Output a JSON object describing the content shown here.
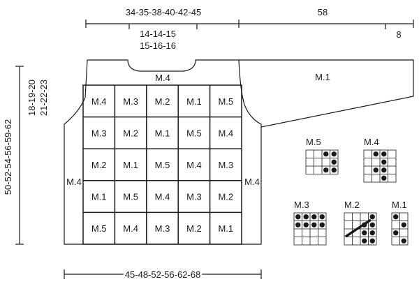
{
  "dimensions": {
    "body_width_top": "34-35-38-40-42-45",
    "neck_width_line1": "14-14-15",
    "neck_width_line2": "15-16-16",
    "sleeve_length": "58",
    "cuff": "8",
    "total_length": "50-52-54-56-59-62",
    "armhole_line1": "18-19-20",
    "armhole_line2": "21-22-23",
    "bottom_width": "45-48-52-56-62-68"
  },
  "pattern_labels": {
    "yoke": "M.4",
    "sleeve": "M.1",
    "side_left": "M.4",
    "side_right": "M.4"
  },
  "grid": [
    [
      "M.4",
      "M.3",
      "M.2",
      "M.1",
      "M.5"
    ],
    [
      "M.3",
      "M.2",
      "M.1",
      "M.5",
      "M.4"
    ],
    [
      "M.2",
      "M.1",
      "M.5",
      "M.4",
      "M.3"
    ],
    [
      "M.1",
      "M.5",
      "M.4",
      "M.3",
      "M.2"
    ],
    [
      "M.5",
      "M.4",
      "M.3",
      "M.2",
      "M.1"
    ]
  ],
  "charts": [
    {
      "label": "M.5",
      "cols": 4,
      "rows": 3,
      "dots": [
        [
          0,
          2
        ],
        [
          0,
          3
        ],
        [
          1,
          3
        ],
        [
          2,
          2
        ],
        [
          2,
          3
        ]
      ],
      "slash": false
    },
    {
      "label": "M.4",
      "cols": 4,
      "rows": 4,
      "dots": [
        [
          0,
          1
        ],
        [
          0,
          2
        ],
        [
          1,
          2
        ],
        [
          2,
          1
        ],
        [
          2,
          2
        ],
        [
          3,
          2
        ]
      ],
      "slash": false
    },
    {
      "label": "M.3",
      "cols": 4,
      "rows": 4,
      "dots": [
        [
          0,
          0
        ],
        [
          0,
          1
        ],
        [
          0,
          2
        ],
        [
          0,
          3
        ],
        [
          1,
          0
        ],
        [
          1,
          1
        ],
        [
          1,
          2
        ],
        [
          1,
          3
        ]
      ],
      "slash": false
    },
    {
      "label": "M.2",
      "cols": 4,
      "rows": 4,
      "dots": [
        [
          0,
          3
        ],
        [
          1,
          2
        ],
        [
          1,
          3
        ],
        [
          2,
          2
        ],
        [
          2,
          3
        ],
        [
          3,
          2
        ],
        [
          3,
          3
        ]
      ],
      "slash": true
    },
    {
      "label": "M.1",
      "cols": 2,
      "rows": 4,
      "dots": [
        [
          0,
          0
        ],
        [
          1,
          1
        ],
        [
          2,
          0
        ],
        [
          3,
          1
        ]
      ],
      "slash": false
    }
  ]
}
